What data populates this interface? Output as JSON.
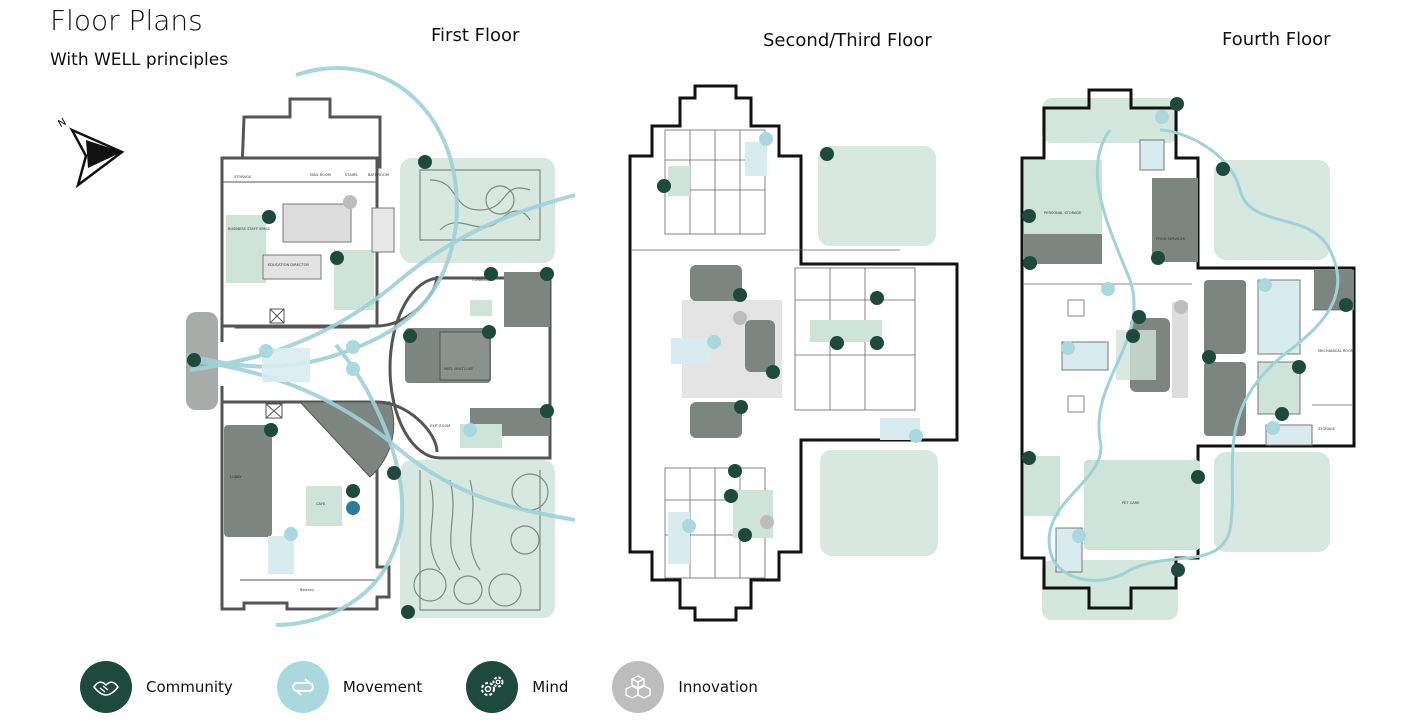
{
  "title": "Floor Plans",
  "subtitle": "With WELL principles",
  "floors": [
    {
      "label": "First Floor"
    },
    {
      "label": "Second/Third Floor"
    },
    {
      "label": "Fourth Floor"
    }
  ],
  "compass": {
    "label": "N"
  },
  "legend": [
    {
      "label": "Community",
      "color": "#1e4a3d",
      "icon": "handshake-icon"
    },
    {
      "label": "Movement",
      "color": "#a9d8df",
      "icon": "arrows-icon"
    },
    {
      "label": "Mind",
      "color": "#1e4a3d",
      "icon": "gears-icon"
    },
    {
      "label": "Innovation",
      "color": "#bdbdbd",
      "icon": "cubes-icon"
    }
  ],
  "first_floor_rooms": {
    "storage": "STORAGE",
    "mail_room": "MAIL ROOM",
    "stairs": "STAIRS",
    "bathroom": "BATHROOM",
    "business_staff": "BUSINESS STAFF SPACE",
    "education_director": "EDUCATION DIRECTOR",
    "consult": "CONSULT",
    "multi_use": "MED. MULTI-USE",
    "cafe": "CAFE",
    "lobby": "LOBBY",
    "exit": "EXIT ROOM",
    "balcony": "Balcony"
  },
  "fourth_floor_rooms": {
    "pet_care": "PET CARE",
    "personal_storage": "PERSONAL STORAGE",
    "food_services": "FOOD SERVICES",
    "mechanical": "MECHANICAL ROOM",
    "storage": "STORAGE"
  },
  "colors": {
    "dark_green": "#1e4a3d",
    "light_green": "#cfe4d9",
    "movement_blue": "#9fd1d8",
    "gray": "#bdbdbd",
    "dark_gray": "#7d8580"
  }
}
